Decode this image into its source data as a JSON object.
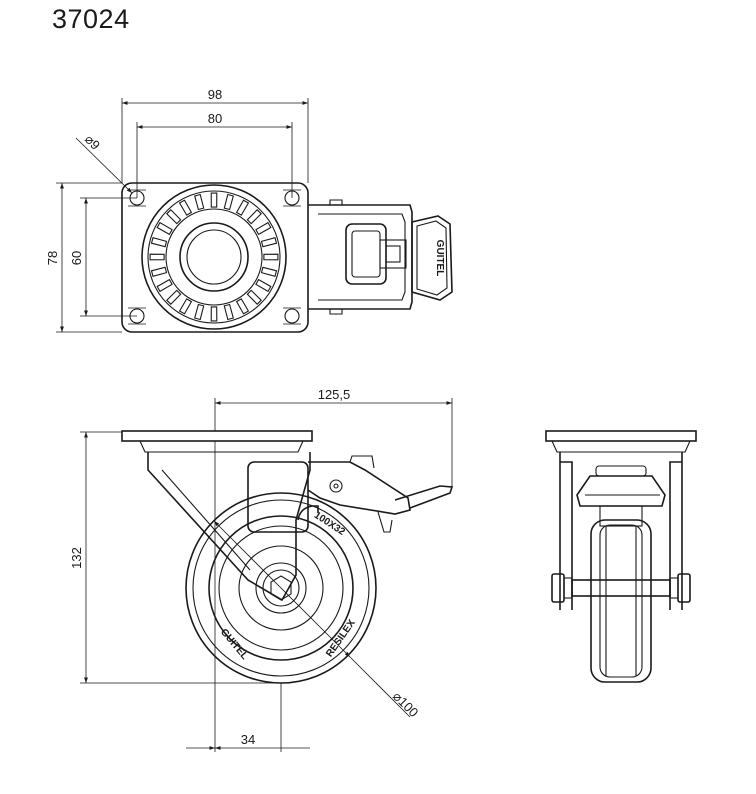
{
  "header": {
    "part_number": "37024"
  },
  "dimensions": {
    "plate_width": "98",
    "hole_spacing_x": "80",
    "hole_diameter": "⌀9",
    "plate_depth": "78",
    "hole_spacing_y": "60",
    "swivel_offset": "125,5",
    "height": "132",
    "wheel_diameter": "⌀100",
    "offset": "34"
  },
  "wheel_labels": {
    "size": "100X32",
    "brand": "GUITEL",
    "series": "RESILEX"
  },
  "brake_label": "GUITEL"
}
